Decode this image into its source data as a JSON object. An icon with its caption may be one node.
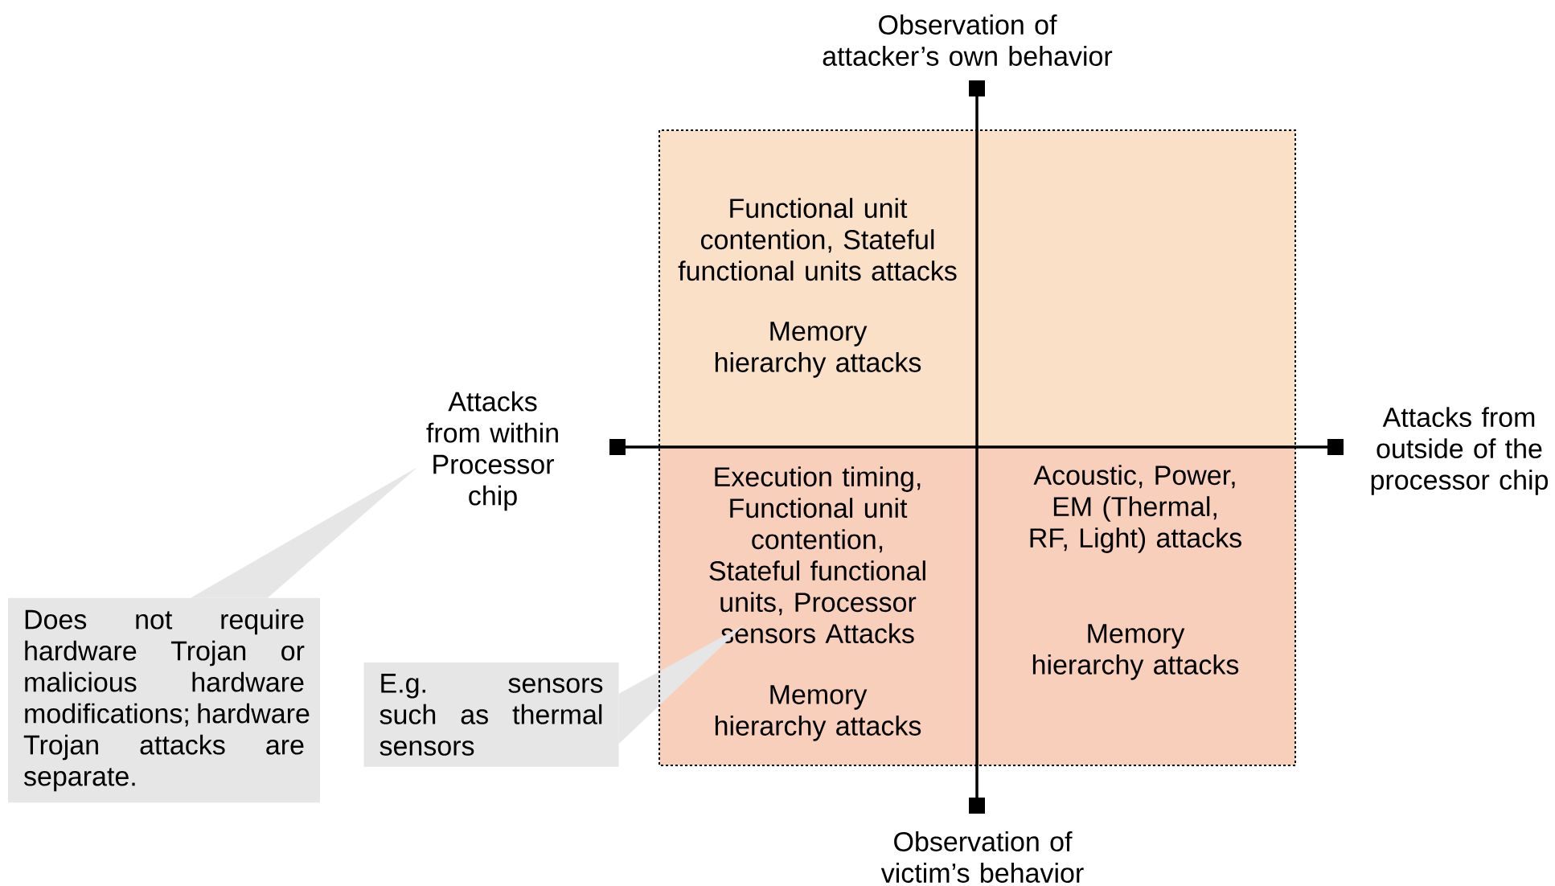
{
  "diagram": {
    "nodes": [
      {
        "text": [
          "Functional unit contention, Stateful functional units attacks",
          "Memory hierarchy attacks"
        ]
      },
      {
        "text": [],
        "shape": "box"
      },
      {
        "text": [
          "Execution timing, Functional unit contention, Stateful functional units, Processor sensors Attacks",
          "Memory hierarchy attacks"
        ]
      },
      {
        "text": [
          "Acoustic, Power, EM (Thermal, RF, Light) attacks",
          "Memory hierarchy attacks"
        ]
      },
      {
        "text": [
          "Attacks from within Processor chip"
        ]
      },
      {
        "text": [
          "Does not require hardware Trojan or malicious hardware modifications; hardware Trojan attacks are separate."
        ]
      },
      {
        "text": [
          "E.g. sensors such as thermal sensors"
        ]
      }
    ],
    "edges": [
      {
        "from": 5,
        "to": 4,
        "arrow": "none"
      },
      {
        "from": 6,
        "to": 2,
        "arrow": "none"
      }
    ],
    "labels": [
      "Observation of attacker’s own behavior",
      "Attacks from outside of the processor chip",
      "Observation of victim’s behavior"
    ]
  }
}
